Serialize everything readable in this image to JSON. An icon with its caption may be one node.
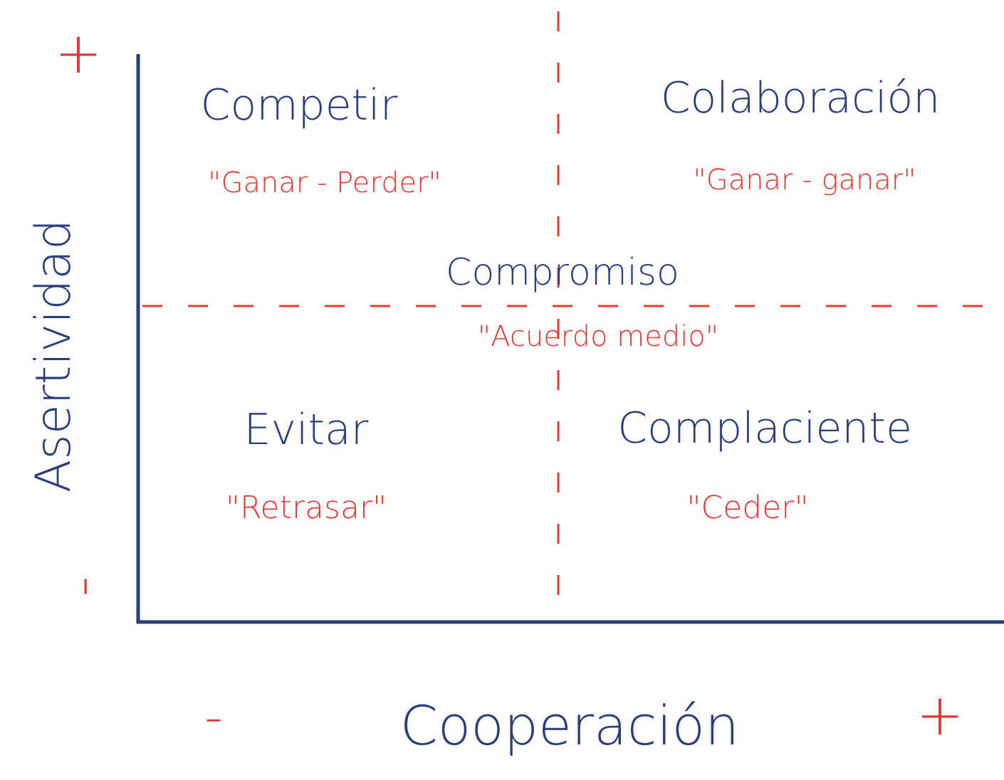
{
  "diagram": {
    "labels": [
      "+",
      "Competir",
      "Colaboración",
      "\"Ganar - Perder\"",
      "\"Ganar - ganar\"",
      "Compromiso",
      "\"Acuerdo medio\"",
      "Evitar",
      "Complaciente",
      "\"Retrasar\"",
      "\"Ceder\"",
      "Asertividad",
      "-",
      "-",
      "Cooperación",
      "+"
    ]
  }
}
